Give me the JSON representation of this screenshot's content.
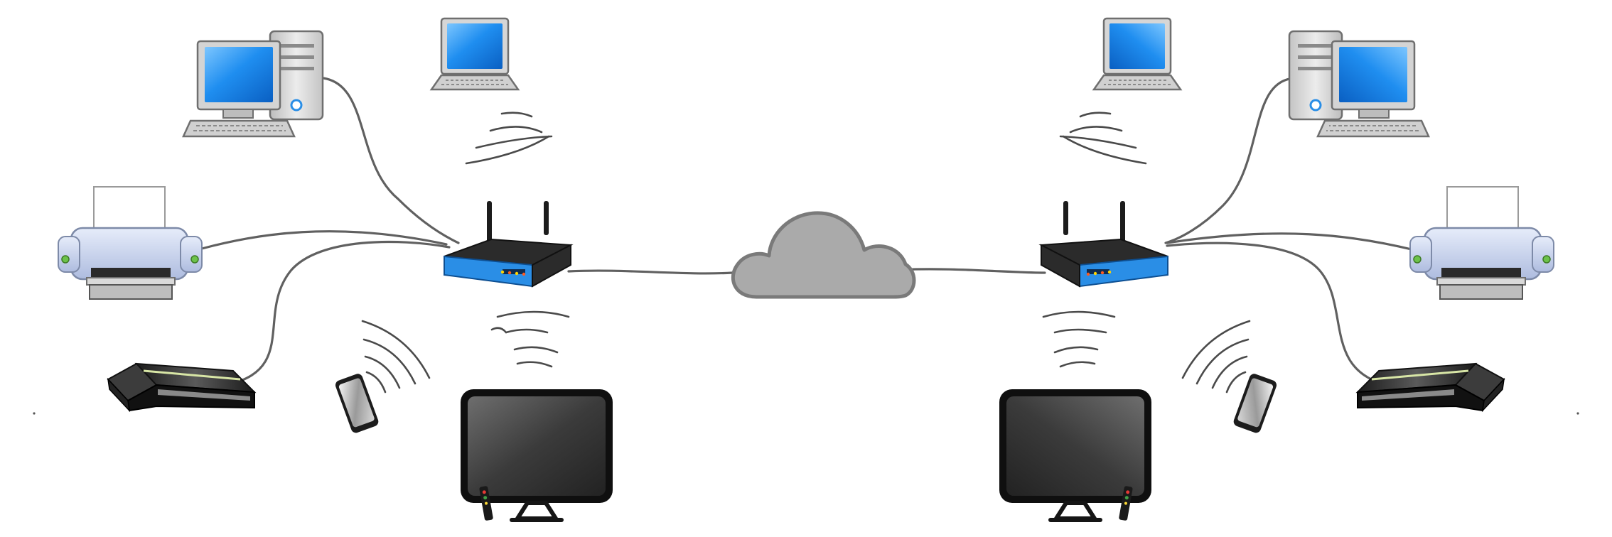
{
  "diagram": {
    "type": "home-network-topology",
    "colors": {
      "background": "#ffffff",
      "cable": "#606060",
      "cloud_fill": "#aaaaaa",
      "cloud_stroke": "#7a7a7a",
      "router_accent": "#2a8ee6",
      "router_body": "#2b2b2b",
      "screen_blue": "#1f8ef0",
      "device_gray": "#c8c8c8",
      "printer_blue": "#cfd8ee",
      "tv_body": "#0f0f0f"
    },
    "nodes": [
      {
        "id": "internet",
        "icon": "cloud-icon"
      },
      {
        "id": "router-left",
        "icon": "wireless-router-icon"
      },
      {
        "id": "router-right",
        "icon": "wireless-router-icon"
      },
      {
        "id": "desktop-left",
        "icon": "desktop-computer-icon"
      },
      {
        "id": "desktop-right",
        "icon": "desktop-computer-icon"
      },
      {
        "id": "laptop-left",
        "icon": "laptop-icon"
      },
      {
        "id": "laptop-right",
        "icon": "laptop-icon"
      },
      {
        "id": "printer-left",
        "icon": "printer-icon"
      },
      {
        "id": "printer-right",
        "icon": "printer-icon"
      },
      {
        "id": "console-left",
        "icon": "game-console-icon"
      },
      {
        "id": "console-right",
        "icon": "game-console-icon"
      },
      {
        "id": "phone-left",
        "icon": "smartphone-icon"
      },
      {
        "id": "phone-right",
        "icon": "smartphone-icon"
      },
      {
        "id": "tv-left",
        "icon": "television-icon"
      },
      {
        "id": "tv-right",
        "icon": "television-icon"
      }
    ],
    "links": [
      {
        "from": "router-left",
        "to": "internet",
        "medium": "wired"
      },
      {
        "from": "router-right",
        "to": "internet",
        "medium": "wired"
      },
      {
        "from": "desktop-left",
        "to": "router-left",
        "medium": "wired"
      },
      {
        "from": "printer-left",
        "to": "router-left",
        "medium": "wired"
      },
      {
        "from": "console-left",
        "to": "router-left",
        "medium": "wired"
      },
      {
        "from": "laptop-left",
        "to": "router-left",
        "medium": "wireless"
      },
      {
        "from": "phone-left",
        "to": "router-left",
        "medium": "wireless"
      },
      {
        "from": "tv-left",
        "to": "router-left",
        "medium": "wireless"
      },
      {
        "from": "desktop-right",
        "to": "router-right",
        "medium": "wired"
      },
      {
        "from": "printer-right",
        "to": "router-right",
        "medium": "wired"
      },
      {
        "from": "console-right",
        "to": "router-right",
        "medium": "wired"
      },
      {
        "from": "laptop-right",
        "to": "router-right",
        "medium": "wireless"
      },
      {
        "from": "phone-right",
        "to": "router-right",
        "medium": "wireless"
      },
      {
        "from": "tv-right",
        "to": "router-right",
        "medium": "wireless"
      }
    ]
  }
}
